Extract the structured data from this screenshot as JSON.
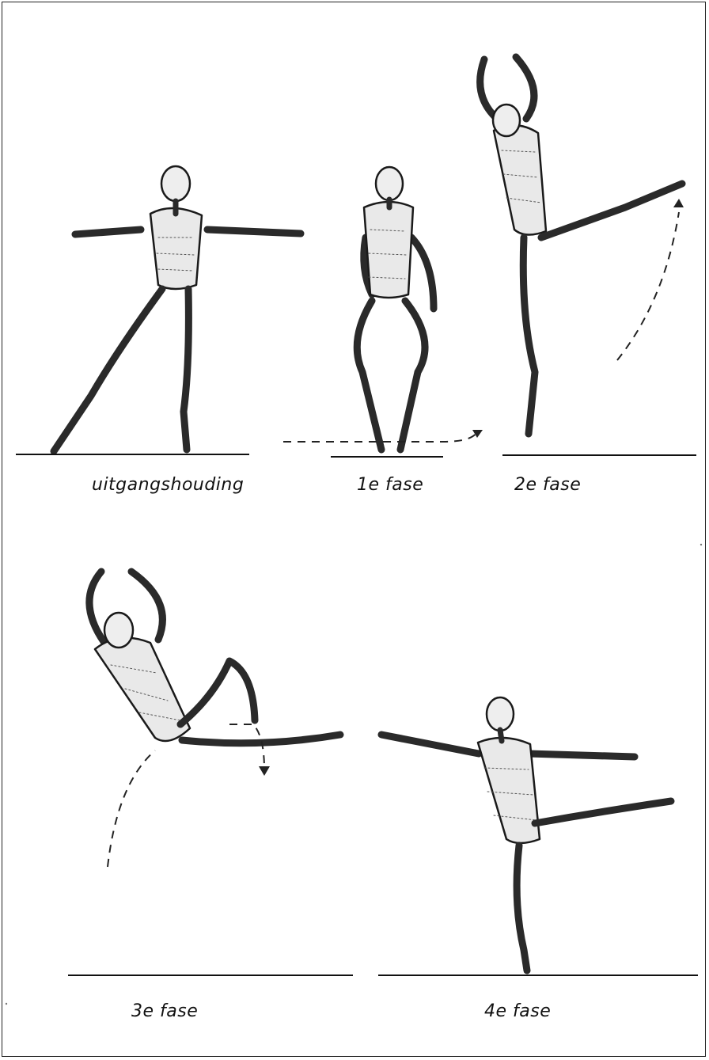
{
  "captions": [
    "uitgangshouding",
    "1e fase",
    "2e fase",
    "3e fase",
    "4e fase"
  ]
}
